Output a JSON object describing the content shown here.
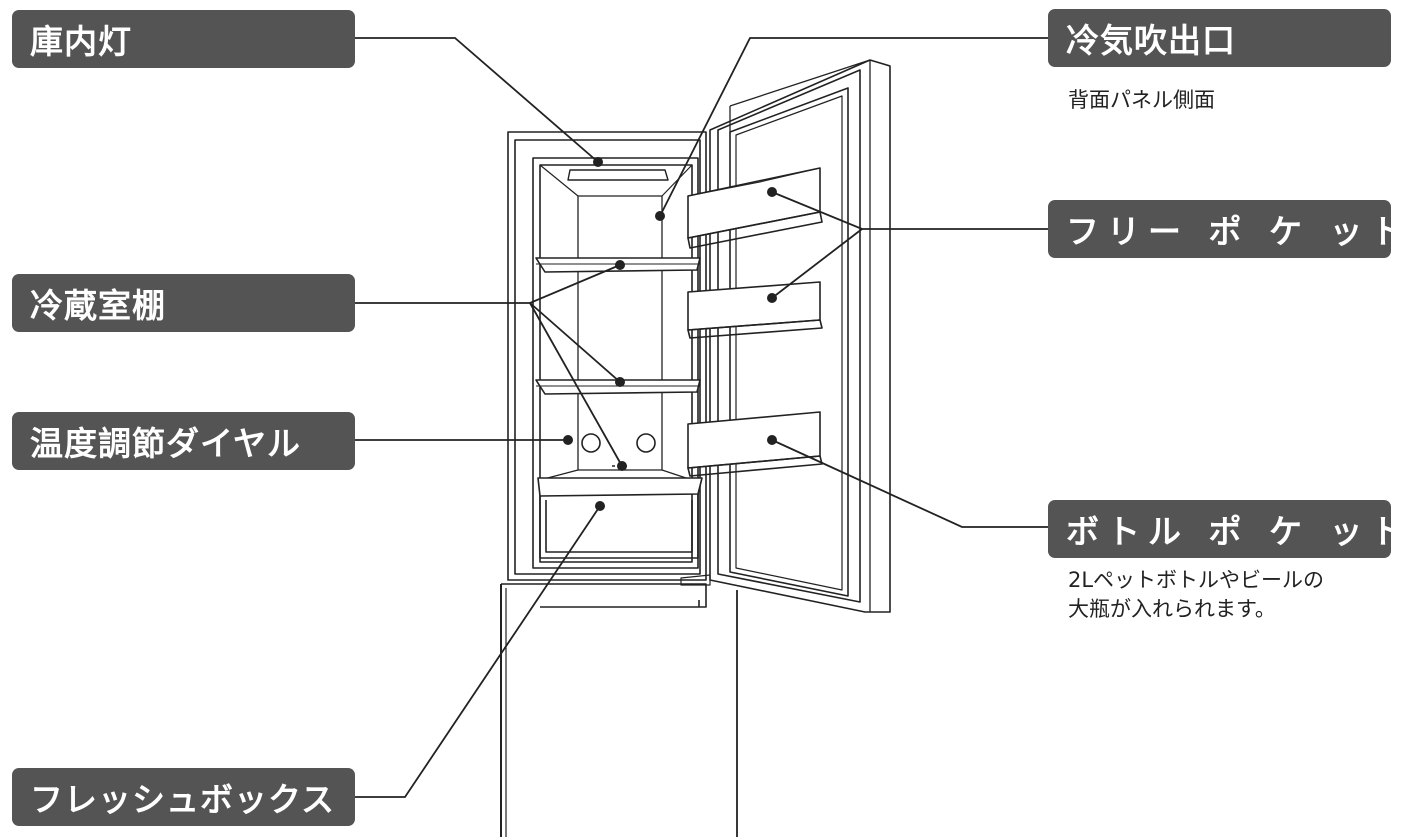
{
  "labels": {
    "interior_light": "庫内灯",
    "cold_air_outlet": "冷気吹出口",
    "fridge_shelf": "冷蔵室棚",
    "free_pocket": "フリー ポ ケ ット",
    "temp_dial": "温度調節ダイヤル",
    "bottle_pocket": "ボトル ポ ケ ット",
    "fresh_box": "フレッシュボックス"
  },
  "notes": {
    "cold_air_outlet": "背面パネル側面",
    "bottle_pocket_line1": "2Lペットボトルやビールの",
    "bottle_pocket_line2": "大瓶が入れられます。"
  },
  "colors": {
    "label_bg": "#545454",
    "line": "#222222"
  }
}
